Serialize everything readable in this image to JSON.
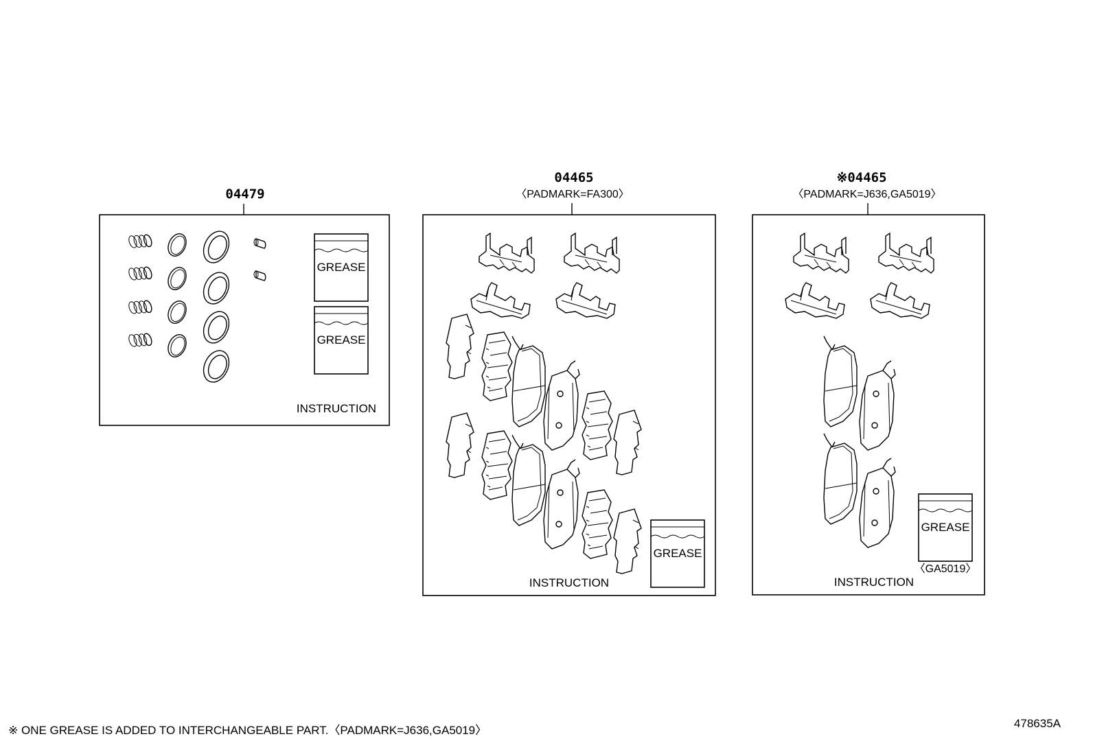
{
  "kits": [
    {
      "part_number": "04479",
      "padmark": "",
      "instruction": "INSTRUCTION",
      "grease_labels": [
        "GREASE",
        "GREASE"
      ]
    },
    {
      "part_number": "04465",
      "padmark": "〈PADMARK=FA300〉",
      "instruction": "INSTRUCTION",
      "grease_labels": [
        "GREASE"
      ]
    },
    {
      "part_number": "※04465",
      "padmark": "〈PADMARK=J636,GA5019〉",
      "instruction": "INSTRUCTION",
      "grease_labels": [
        "GREASE"
      ],
      "grease_note": "〈GA5019〉"
    }
  ],
  "footnote": "※ ONE GREASE IS ADDED TO INTERCHANGEABLE PART.〈PADMARK=J636,GA5019〉",
  "diagram_id": "478635A"
}
